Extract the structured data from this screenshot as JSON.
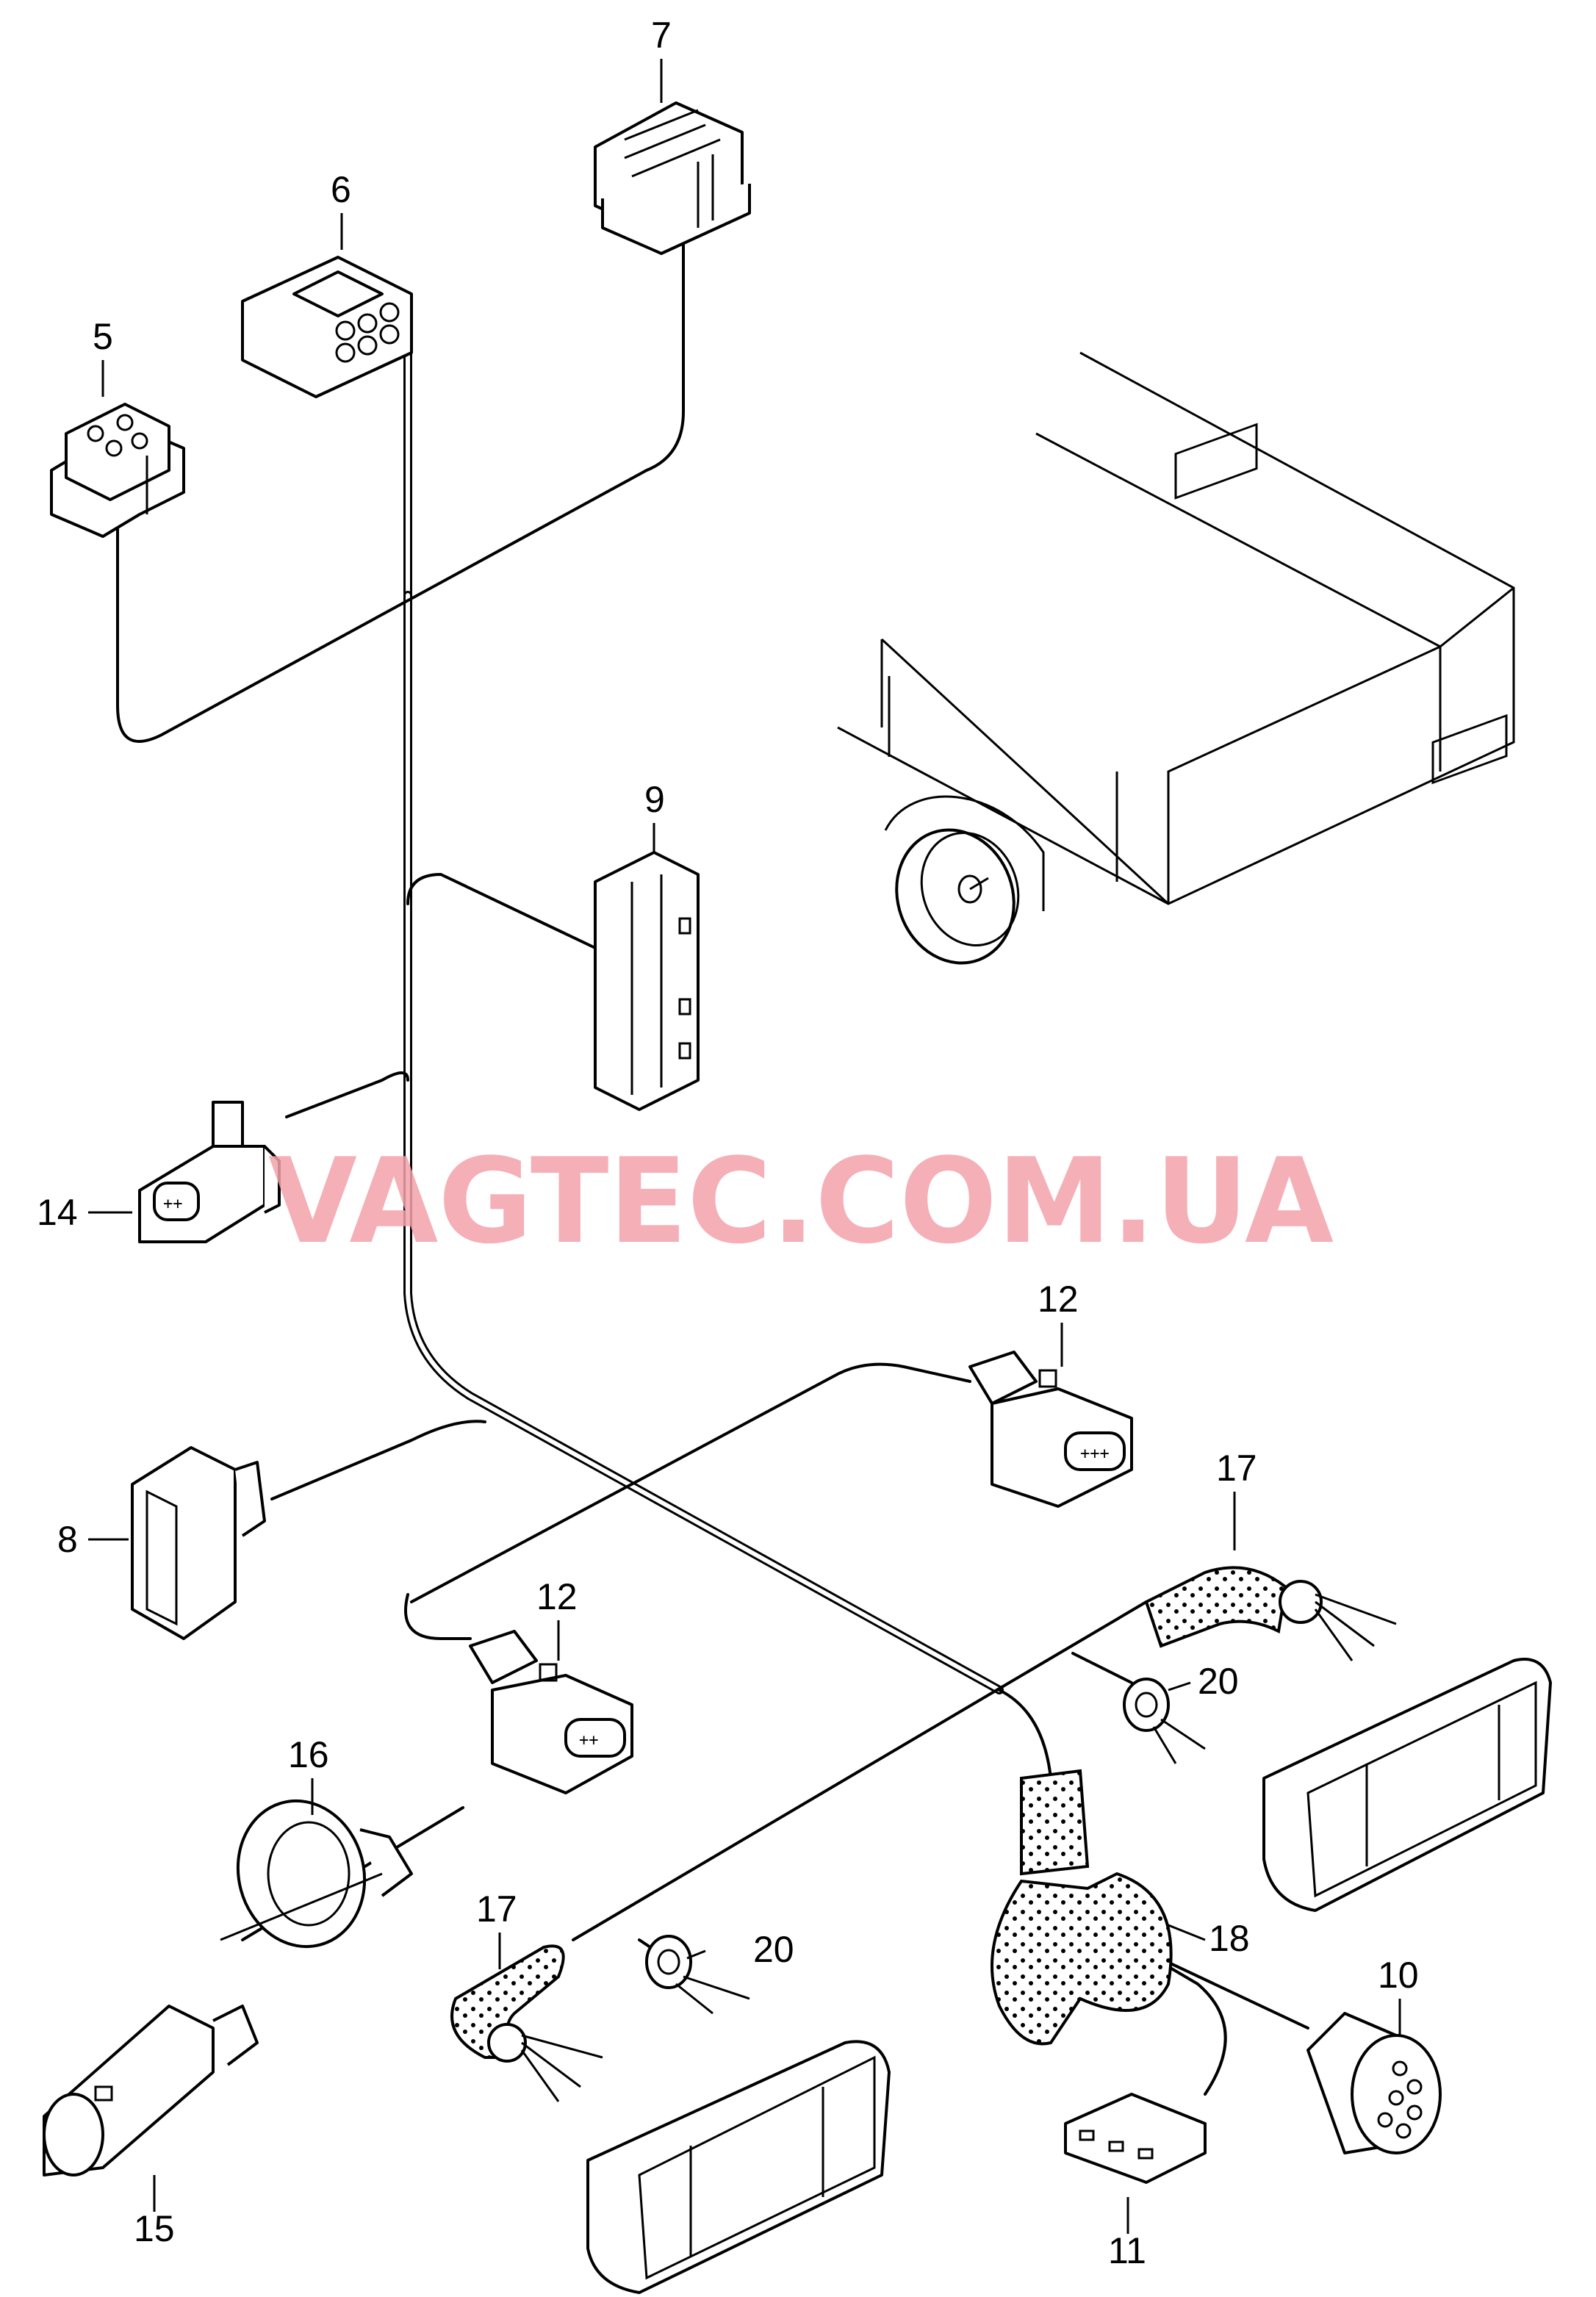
{
  "watermark": "VAGTEC.COM.UA",
  "callouts": {
    "c5": "5",
    "c6": "6",
    "c7": "7",
    "c8": "8",
    "c9": "9",
    "c10": "10",
    "c11": "11",
    "c12a": "12",
    "c12b": "12",
    "c14": "14",
    "c15": "15",
    "c16": "16",
    "c17a": "17",
    "c17b": "17",
    "c18": "18",
    "c20a": "20",
    "c20b": "20"
  },
  "colors": {
    "watermark": "#f4a2aa",
    "line": "#000000",
    "background": "#ffffff"
  }
}
